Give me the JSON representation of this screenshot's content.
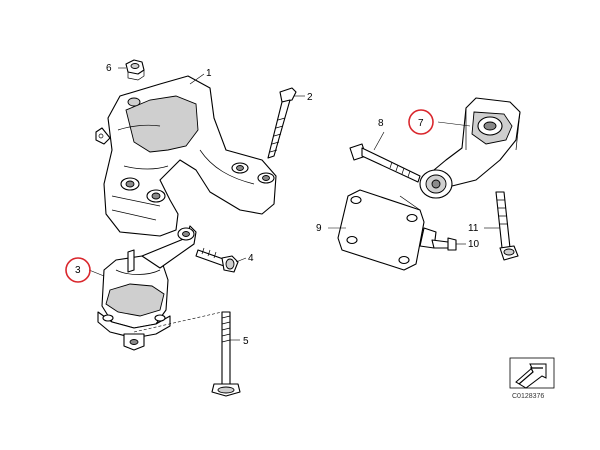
{
  "callouts": [
    {
      "id": "c1",
      "label": "1",
      "highlighted": false
    },
    {
      "id": "c2",
      "label": "2",
      "highlighted": false
    },
    {
      "id": "c3",
      "label": "3",
      "highlighted": true
    },
    {
      "id": "c4",
      "label": "4",
      "highlighted": false
    },
    {
      "id": "c5",
      "label": "5",
      "highlighted": false
    },
    {
      "id": "c6",
      "label": "6",
      "highlighted": false
    },
    {
      "id": "c7",
      "label": "7",
      "highlighted": true
    },
    {
      "id": "c8",
      "label": "8",
      "highlighted": false
    },
    {
      "id": "c9",
      "label": "9",
      "highlighted": false
    },
    {
      "id": "c10",
      "label": "10",
      "highlighted": false
    },
    {
      "id": "c11",
      "label": "11",
      "highlighted": false
    }
  ],
  "diagram_code": "C0128376",
  "colors": {
    "highlight_circle": "#d9262c",
    "line": "#000000",
    "shade": "#cfcfcf"
  },
  "icons": {
    "corner": "direction-arrow-icon"
  }
}
